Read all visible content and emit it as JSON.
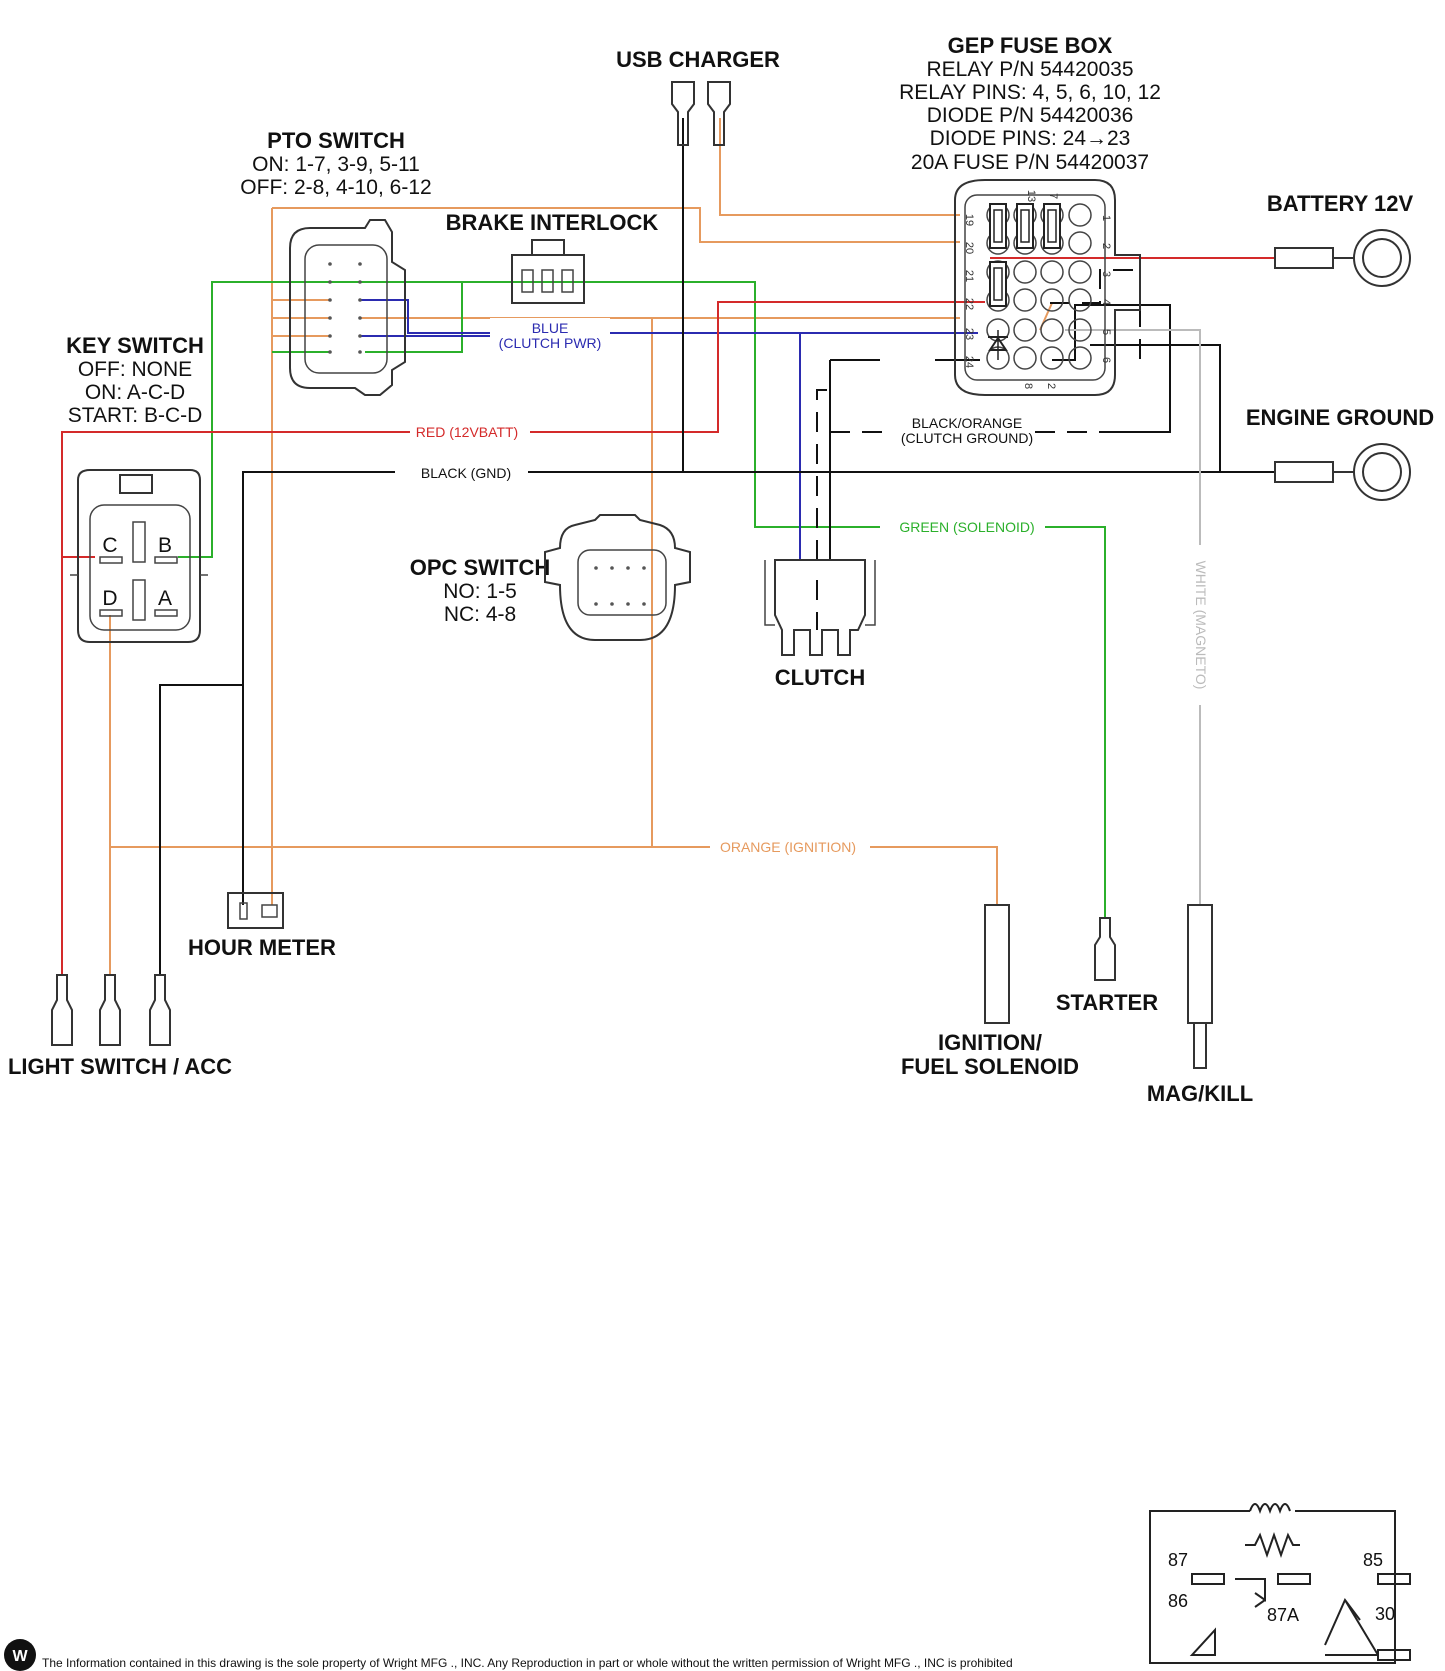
{
  "components": {
    "usb_charger": "USB CHARGER",
    "fuse_box": {
      "title": "GEP FUSE BOX",
      "line1": "RELAY P/N 54420035",
      "line2": "RELAY PINS: 4, 5, 6, 10, 12",
      "line3": "DIODE P/N 54420036",
      "line4": "DIODE PINS: 24→23",
      "line5": "20A FUSE P/N 54420037"
    },
    "pto_switch": {
      "title": "PTO SWITCH",
      "line1": "ON: 1-7, 3-9, 5-11",
      "line2": "OFF: 2-8, 4-10, 6-12"
    },
    "brake_interlock": "BRAKE INTERLOCK",
    "key_switch": {
      "title": "KEY SWITCH",
      "line1": "OFF: NONE",
      "line2": "ON: A-C-D",
      "line3": "START: B-C-D",
      "pins": [
        "C",
        "B",
        "D",
        "A"
      ]
    },
    "battery": "BATTERY 12V",
    "engine_ground": "ENGINE GROUND",
    "opc_switch": {
      "title": "OPC SWITCH",
      "line1": "NO: 1-5",
      "line2": "NC: 4-8"
    },
    "clutch": "CLUTCH",
    "hour_meter": "HOUR METER",
    "light_switch": "LIGHT SWITCH / ACC",
    "ignition": {
      "line1": "IGNITION/",
      "line2": "FUEL SOLENOID"
    },
    "starter": "STARTER",
    "mag_kill": "MAG/KILL"
  },
  "wires": {
    "blue": {
      "line1": "BLUE",
      "line2": "(CLUTCH PWR)",
      "color": "#2b2bb0"
    },
    "red": {
      "label": "RED (12VBATT)",
      "color": "#d42a2a"
    },
    "black": {
      "label": "BLACK (GND)",
      "color": "#111111"
    },
    "black_orange": {
      "line1": "BLACK/ORANGE",
      "line2": "(CLUTCH GROUND)",
      "color": "#111111"
    },
    "green": {
      "label": "GREEN (SOLENOID)",
      "color": "#2bb02b"
    },
    "orange": {
      "label": "ORANGE (IGNITION)",
      "color": "#e69a5e"
    },
    "white": {
      "label": "WHITE (MAGNETO)",
      "color": "#bbbbbb"
    }
  },
  "fuse_pins": {
    "left": [
      "19",
      "20",
      "21",
      "22",
      "23",
      "24"
    ],
    "right": [
      "1",
      "2",
      "3",
      "4",
      "5",
      "6"
    ],
    "top": [
      "13",
      "7"
    ],
    "bottom": [
      "8",
      "2"
    ]
  },
  "relay_legend": {
    "pins": [
      "87",
      "85",
      "86",
      "87A",
      "30"
    ]
  },
  "footer": "The Information contained in this drawing is the sole property of Wright MFG ., INC. Any Reproduction in part or whole without the written permission of Wright MFG ., INC is prohibited"
}
